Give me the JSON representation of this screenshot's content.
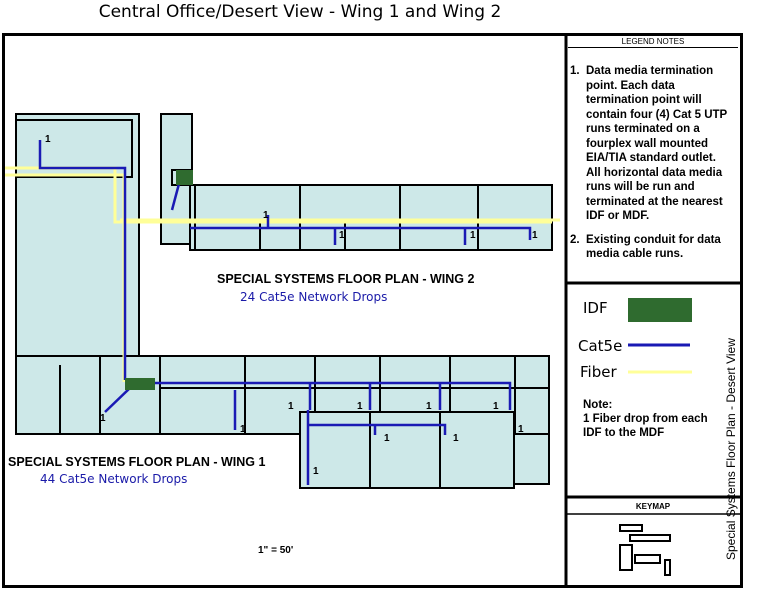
{
  "title": "Central Office/Desert View - Wing 1 and Wing 2",
  "sidebar_title": "Special Systems Floor Plan - Desert View",
  "legend_notes": {
    "header": "LEGEND  NOTES",
    "items": [
      {
        "num": "1.",
        "text": "Data media termination point.  Each data termination point will contain four (4) Cat 5 UTP runs terminated on a fourplex wall mounted EIA/TIA standard outlet. All horizontal data media runs will be run and terminated at the nearest IDF or MDF."
      },
      {
        "num": "2.",
        "text": "Existing conduit for data media cable runs."
      }
    ]
  },
  "legend": {
    "idf_label": "IDF",
    "cat5e_label": "Cat5e",
    "fiber_label": "Fiber",
    "note": "Note:\n1 Fiber drop from each IDF to the MDF"
  },
  "colors": {
    "room_fill": "#cde8e8",
    "wall": "#000000",
    "cat5e": "#1a1ab4",
    "fiber": "#ffff99",
    "idf": "#2f6b2f"
  },
  "keymap": {
    "header": "KEYMAP"
  },
  "wing2": {
    "title": "SPECIAL SYSTEMS FLOOR PLAN - WING 2",
    "subtitle": "24 Cat5e Network Drops"
  },
  "wing1": {
    "title": "SPECIAL SYSTEMS FLOOR PLAN - WING 1",
    "subtitle": "44 Cat5e Network Drops"
  },
  "scale": "1\" = 50'",
  "drop_label": "1"
}
